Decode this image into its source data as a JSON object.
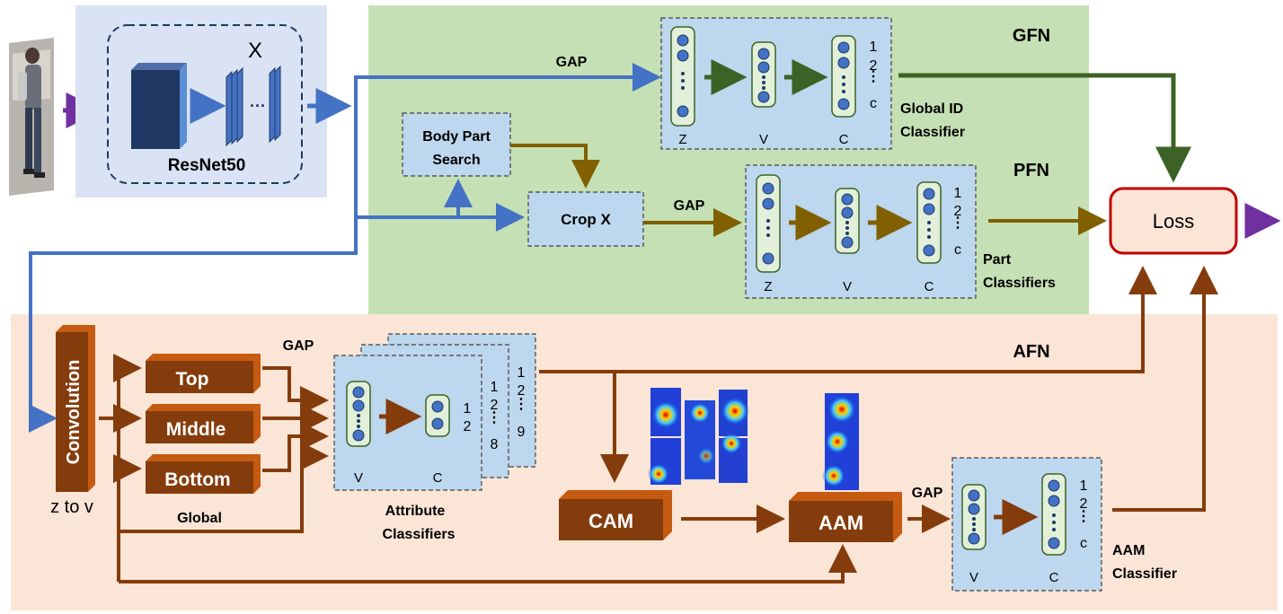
{
  "sections": {
    "gfn": "GFN",
    "pfn": "PFN",
    "afn": "AFN"
  },
  "backbone": {
    "label": "ResNet50",
    "feature_map": "X"
  },
  "gfn": {
    "gap": "GAP",
    "classifier_label_1": "Global ID",
    "classifier_label_2": "Classifier",
    "col_z": "Z",
    "col_v": "V",
    "col_c": "C",
    "idx_1": "1",
    "idx_2": "2",
    "idx_c": "c"
  },
  "pfn": {
    "body_part_1": "Body Part",
    "body_part_2": "Search",
    "crop": "Crop X",
    "gap": "GAP",
    "classifier_label_1": "Part",
    "classifier_label_2": "Classifiers",
    "col_z": "Z",
    "col_v": "V",
    "col_c": "C",
    "idx_1": "1",
    "idx_2": "2",
    "idx_c": "c"
  },
  "loss": "Loss",
  "afn": {
    "convolution": "Convolution",
    "z_to_v": "z to v",
    "top": "Top",
    "middle": "Middle",
    "bottom": "Bottom",
    "global": "Global",
    "gap": "GAP",
    "attr_label_1": "Attribute",
    "attr_label_2": "Classifiers",
    "col_v": "V",
    "col_c": "C",
    "stack1_idx_1": "1",
    "stack1_idx_2": "2",
    "stack2_idx_1": "1",
    "stack2_idx_2": "2",
    "stack2_idx_n": "8",
    "stack3_idx_1": "1",
    "stack3_idx_2": "2",
    "stack3_idx_n": "9",
    "cam": "CAM",
    "aam": "AAM",
    "aam_gap": "GAP",
    "aam_label_1": "AAM",
    "aam_label_2": "Classifier",
    "aam_col_v": "V",
    "aam_col_c": "C",
    "aam_idx_1": "1",
    "aam_idx_2": "2",
    "aam_idx_c": "c"
  },
  "colors": {
    "blue_arrow": "#4472c4",
    "green_arrow": "#3c6325",
    "olive_arrow": "#806000",
    "brown_arrow": "#843c0c",
    "purple_arrow": "#7030a0",
    "gfn_bg": "#c5e0b4",
    "afn_bg": "#fbe5d6",
    "resnet_bg": "#dae3f3",
    "box_bg": "#bdd7ee",
    "loss_border": "#c00000",
    "loss_bg": "#fbe5d6",
    "block_dark": "#843c0c",
    "block_side": "#c55a11"
  }
}
